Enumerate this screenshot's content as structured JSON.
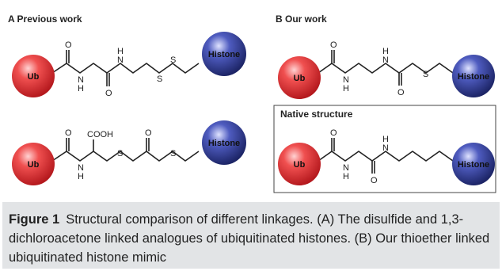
{
  "panels": {
    "a_title": "A Previous work",
    "b_title": "B Our work",
    "native_title": "Native structure"
  },
  "labels": {
    "ub": "Ub",
    "histone": "Histone",
    "o": "O",
    "h": "H",
    "n": "N",
    "s": "S",
    "cooh": "COOH"
  },
  "caption": {
    "label": "Figure 1",
    "text": "Structural comparison of different linkages. (A) The disulfide and 1,3-dichloroacetone linked analogues of ubiquitinated histones. (B) Our thioether linked ubiquitinated histone mimic"
  },
  "colors": {
    "ub": "#d8262b",
    "histone": "#23307a",
    "caption_bg": "#e2e4e6"
  }
}
